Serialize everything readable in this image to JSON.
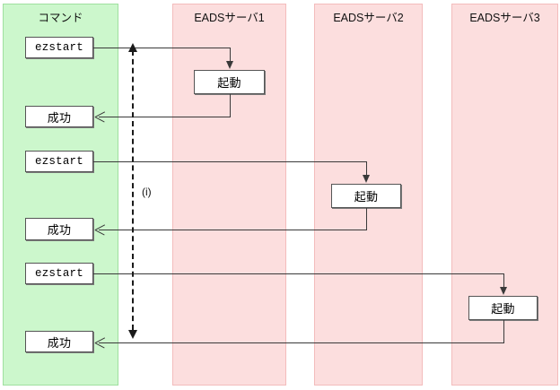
{
  "diagram": {
    "title_note": "(i)",
    "lanes": [
      {
        "id": "command",
        "label": "コマンド",
        "color": "#ccf7cc"
      },
      {
        "id": "server1",
        "label": "EADSサーバ1",
        "color": "#fcdede"
      },
      {
        "id": "server2",
        "label": "EADSサーバ2",
        "color": "#fcdede"
      },
      {
        "id": "server3",
        "label": "EADSサーバ3",
        "color": "#fcdede"
      }
    ],
    "sequences": [
      {
        "command_label": "ezstart",
        "action_label": "起動",
        "result_label": "成功",
        "target_lane": "EADSサーバ1"
      },
      {
        "command_label": "ezstart",
        "action_label": "起動",
        "result_label": "成功",
        "target_lane": "EADSサーバ2"
      },
      {
        "command_label": "ezstart",
        "action_label": "起動",
        "result_label": "成功",
        "target_lane": "EADSサーバ3"
      }
    ]
  }
}
